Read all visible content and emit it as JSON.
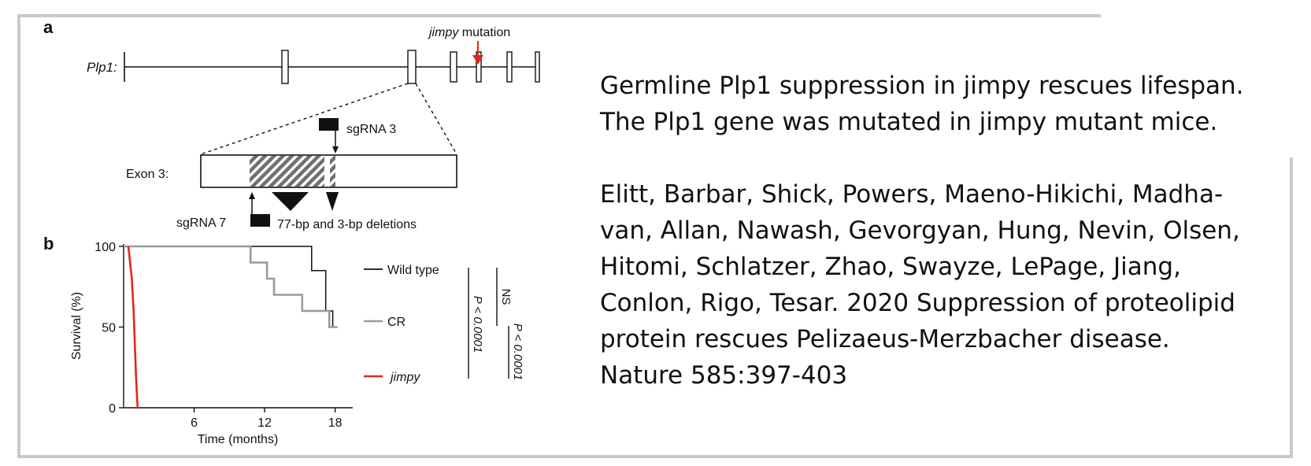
{
  "panel_a": {
    "letter": "a",
    "gene_label": "Plp1:",
    "mutation_word": "jimpy",
    "mutation_suffix": " mutation",
    "exon_label": "Exon 3:",
    "sgrna3_label": "sgRNA 3",
    "sgrna7_label": "sgRNA 7",
    "deletions_label": "77-bp and 3-bp deletions",
    "mutation_color": "#e8241b"
  },
  "panel_b": {
    "letter": "b"
  },
  "chart_data": {
    "type": "line",
    "title": "",
    "xlabel": "Time (months)",
    "ylabel": "Survival (%)",
    "xlim": [
      0,
      19.5
    ],
    "ylim": [
      0,
      100
    ],
    "xticks": [
      6,
      12,
      18
    ],
    "yticks": [
      0,
      50,
      100
    ],
    "series": [
      {
        "name": "Wild type",
        "color": "#111111",
        "points": [
          [
            0,
            100
          ],
          [
            16,
            100
          ],
          [
            16,
            85
          ],
          [
            17.2,
            85
          ],
          [
            17.2,
            60
          ],
          [
            17.8,
            60
          ],
          [
            17.8,
            50
          ],
          [
            18.2,
            50
          ]
        ]
      },
      {
        "name": "CR",
        "color": "#9a9a9a",
        "points": [
          [
            0,
            100
          ],
          [
            10.8,
            100
          ],
          [
            10.8,
            90
          ],
          [
            12.2,
            90
          ],
          [
            12.2,
            80
          ],
          [
            12.8,
            80
          ],
          [
            12.8,
            70
          ],
          [
            15.2,
            70
          ],
          [
            15.2,
            60
          ],
          [
            17.5,
            60
          ],
          [
            17.5,
            50
          ],
          [
            18.2,
            50
          ]
        ]
      },
      {
        "name": "jimpy",
        "color": "#e8241b",
        "points": [
          [
            0.4,
            100
          ],
          [
            0.7,
            80
          ],
          [
            0.85,
            60
          ],
          [
            0.95,
            40
          ],
          [
            1.05,
            20
          ],
          [
            1.15,
            5
          ],
          [
            1.2,
            0
          ]
        ]
      }
    ],
    "stats": {
      "ns": "NS",
      "p1": "P < 0.0001",
      "p2": "P < 0.0001"
    }
  },
  "caption": {
    "line1": "Germline Plp1 suppression in jimpy rescues lifespan.",
    "line2": "The Plp1 gene was mutated in jimpy mutant mice.",
    "citation": [
      "Elitt, Barbar, Shick, Powers, Maeno-Hikichi, Madha-",
      "van, Allan, Nawash, Gevorgyan, Hung, Nevin, Olsen,",
      "Hitomi, Schlatzer, Zhao, Swayze, LePage, Jiang,",
      "Conlon, Rigo, Tesar. 2020 Suppression of proteolipid",
      "protein rescues Pelizaeus-Merzbacher disease.",
      "Nature 585:397-403"
    ]
  }
}
